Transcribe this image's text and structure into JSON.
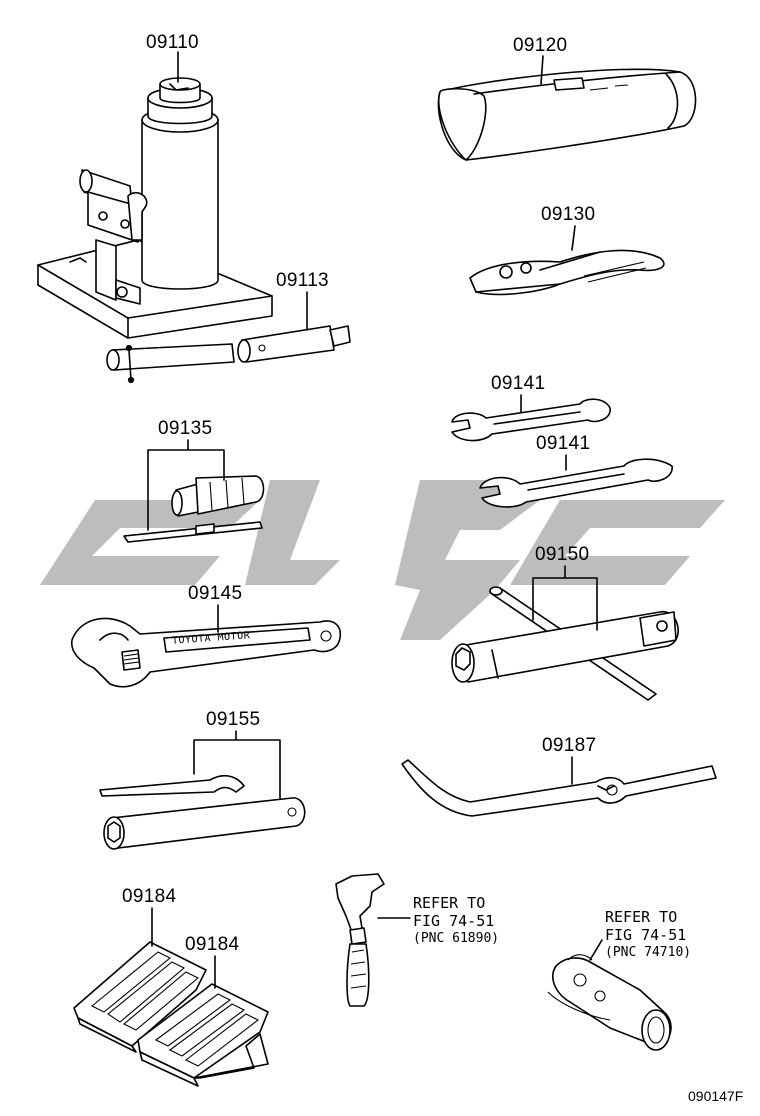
{
  "parts": [
    {
      "key": "jack",
      "number": "09110"
    },
    {
      "key": "jack_handle",
      "number": "09113"
    },
    {
      "key": "tool_bag",
      "number": "09120"
    },
    {
      "key": "pliers",
      "number": "09130"
    },
    {
      "key": "screwdriver",
      "number": "09135"
    },
    {
      "key": "wrench_small",
      "number": "09141"
    },
    {
      "key": "wrench_large",
      "number": "09141"
    },
    {
      "key": "adjustable_wrench",
      "number": "09145"
    },
    {
      "key": "hub_nut_wrench",
      "number": "09150"
    },
    {
      "key": "spark_plug_wrench",
      "number": "09155"
    },
    {
      "key": "chock_left",
      "number": "09184"
    },
    {
      "key": "chock_right",
      "number": "09184"
    },
    {
      "key": "crank_handle",
      "number": "09187"
    }
  ],
  "engraving": "TOYOTA MOTOR",
  "references": [
    {
      "key": "ref_1",
      "lines": [
        "REFER TO",
        "FIG 74-51",
        "(PNC 61890)"
      ]
    },
    {
      "key": "ref_2",
      "lines": [
        "REFER TO",
        "FIG 74-51",
        "(PNC 74710)"
      ]
    }
  ],
  "diagram_code": "090147F",
  "watermark_color": "#bdbdbd"
}
